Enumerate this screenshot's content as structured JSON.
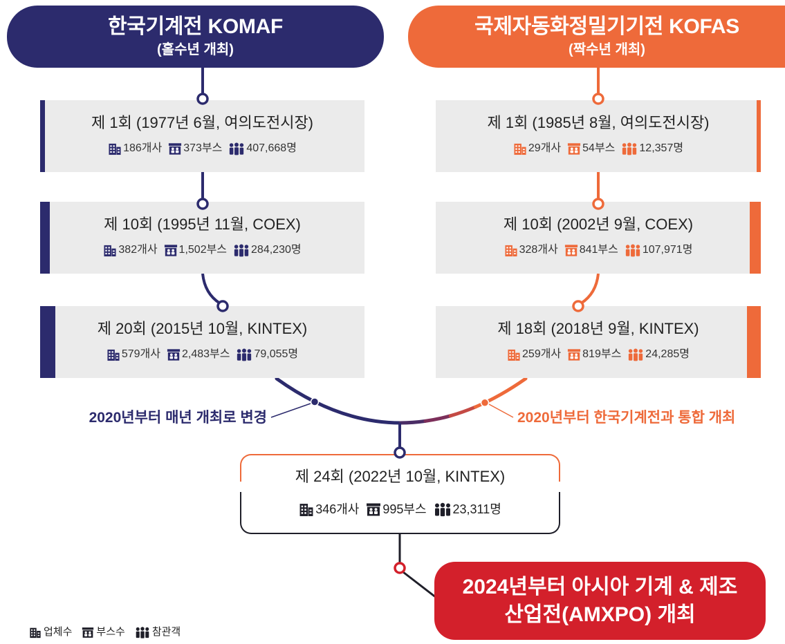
{
  "colors": {
    "navy": "#2c2b6d",
    "orange": "#ee6a3a",
    "red": "#d3202b",
    "card_bg": "#ebebeb",
    "ink": "#1f1f29"
  },
  "icons": {
    "companies": "building-icon",
    "booths": "booth-icon",
    "visitors": "people-icon"
  },
  "komaf": {
    "title": "한국기계전 KOMAF",
    "subtitle": "(홀수년 개최)",
    "editions": [
      {
        "title": "제 1회 (1977년 6월, 여의도전시장)",
        "companies": "186개사",
        "booths": "373부스",
        "visitors": "407,668명"
      },
      {
        "title": "제 10회 (1995년 11월, COEX)",
        "companies": "382개사",
        "booths": "1,502부스",
        "visitors": "284,230명"
      },
      {
        "title": "제 20회 (2015년 10월, KINTEX)",
        "companies": "579개사",
        "booths": "2,483부스",
        "visitors": "79,055명"
      }
    ],
    "change_note": "2020년부터 매년 개최로 변경"
  },
  "kofas": {
    "title": "국제자동화정밀기기전 KOFAS",
    "subtitle": "(짝수년 개최)",
    "editions": [
      {
        "title": "제 1회 (1985년 8월, 여의도전시장)",
        "companies": "29개사",
        "booths": "54부스",
        "visitors": "12,357명"
      },
      {
        "title": "제 10회 (2002년 9월, COEX)",
        "companies": "328개사",
        "booths": "841부스",
        "visitors": "107,971명"
      },
      {
        "title": "제 18회 (2018년 9월, KINTEX)",
        "companies": "259개사",
        "booths": "819부스",
        "visitors": "24,285명"
      }
    ],
    "merge_note": "2020년부터 한국기계전과 통합 개최"
  },
  "merged": {
    "title": "제 24회 (2022년 10월, KINTEX)",
    "companies": "346개사",
    "booths": "995부스",
    "visitors": "23,311명"
  },
  "amxpo": {
    "line1": "2024년부터 아시아 기계 & 제조",
    "line2": "산업전(AMXPO) 개최"
  },
  "legend": {
    "companies": "업체수",
    "booths": "부스수",
    "visitors": "참관객"
  }
}
